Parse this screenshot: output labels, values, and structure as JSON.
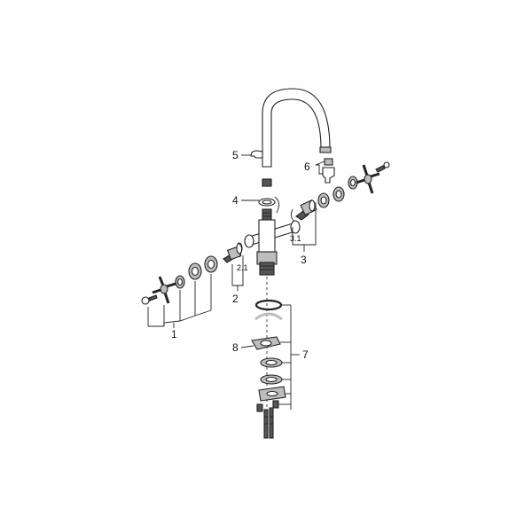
{
  "callouts": {
    "c1": "1",
    "c2": "2",
    "c2_1": "2.1",
    "c3": "3",
    "c3_1": "3.1",
    "c4": "4",
    "c5": "5",
    "c6": "6",
    "c7": "7",
    "c8": "8"
  },
  "colors": {
    "line": "#222222",
    "fill_light": "#bdbdbd",
    "fill_dark": "#555555",
    "background": "#ffffff"
  }
}
